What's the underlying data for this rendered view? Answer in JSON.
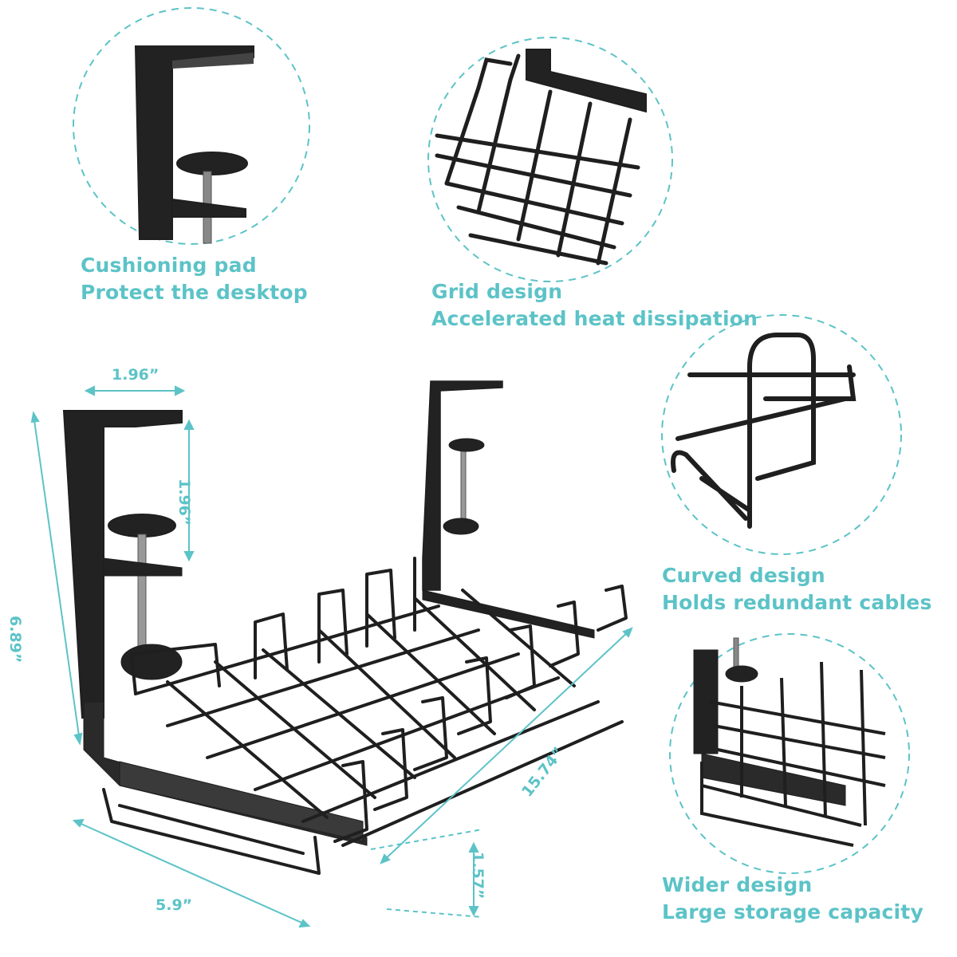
{
  "features": [
    {
      "line1": "Cushioning pad",
      "line2": "Protect the desktop"
    },
    {
      "line1": "Grid design",
      "line2": "Accelerated heat dissipation"
    },
    {
      "line1": "Curved design",
      "line2": "Holds redundant cables"
    },
    {
      "line1": "Wider design",
      "line2": "Large storage capacity"
    }
  ],
  "dimensions": {
    "clamp_width": "1.96”",
    "clamp_height": "1.96”",
    "total_height": "6.89”",
    "length": "15.74”",
    "depth": "1.57”",
    "width": "5.9”"
  },
  "colors": {
    "accent": "#5cc3c7",
    "metal": "#1f1f1f"
  }
}
